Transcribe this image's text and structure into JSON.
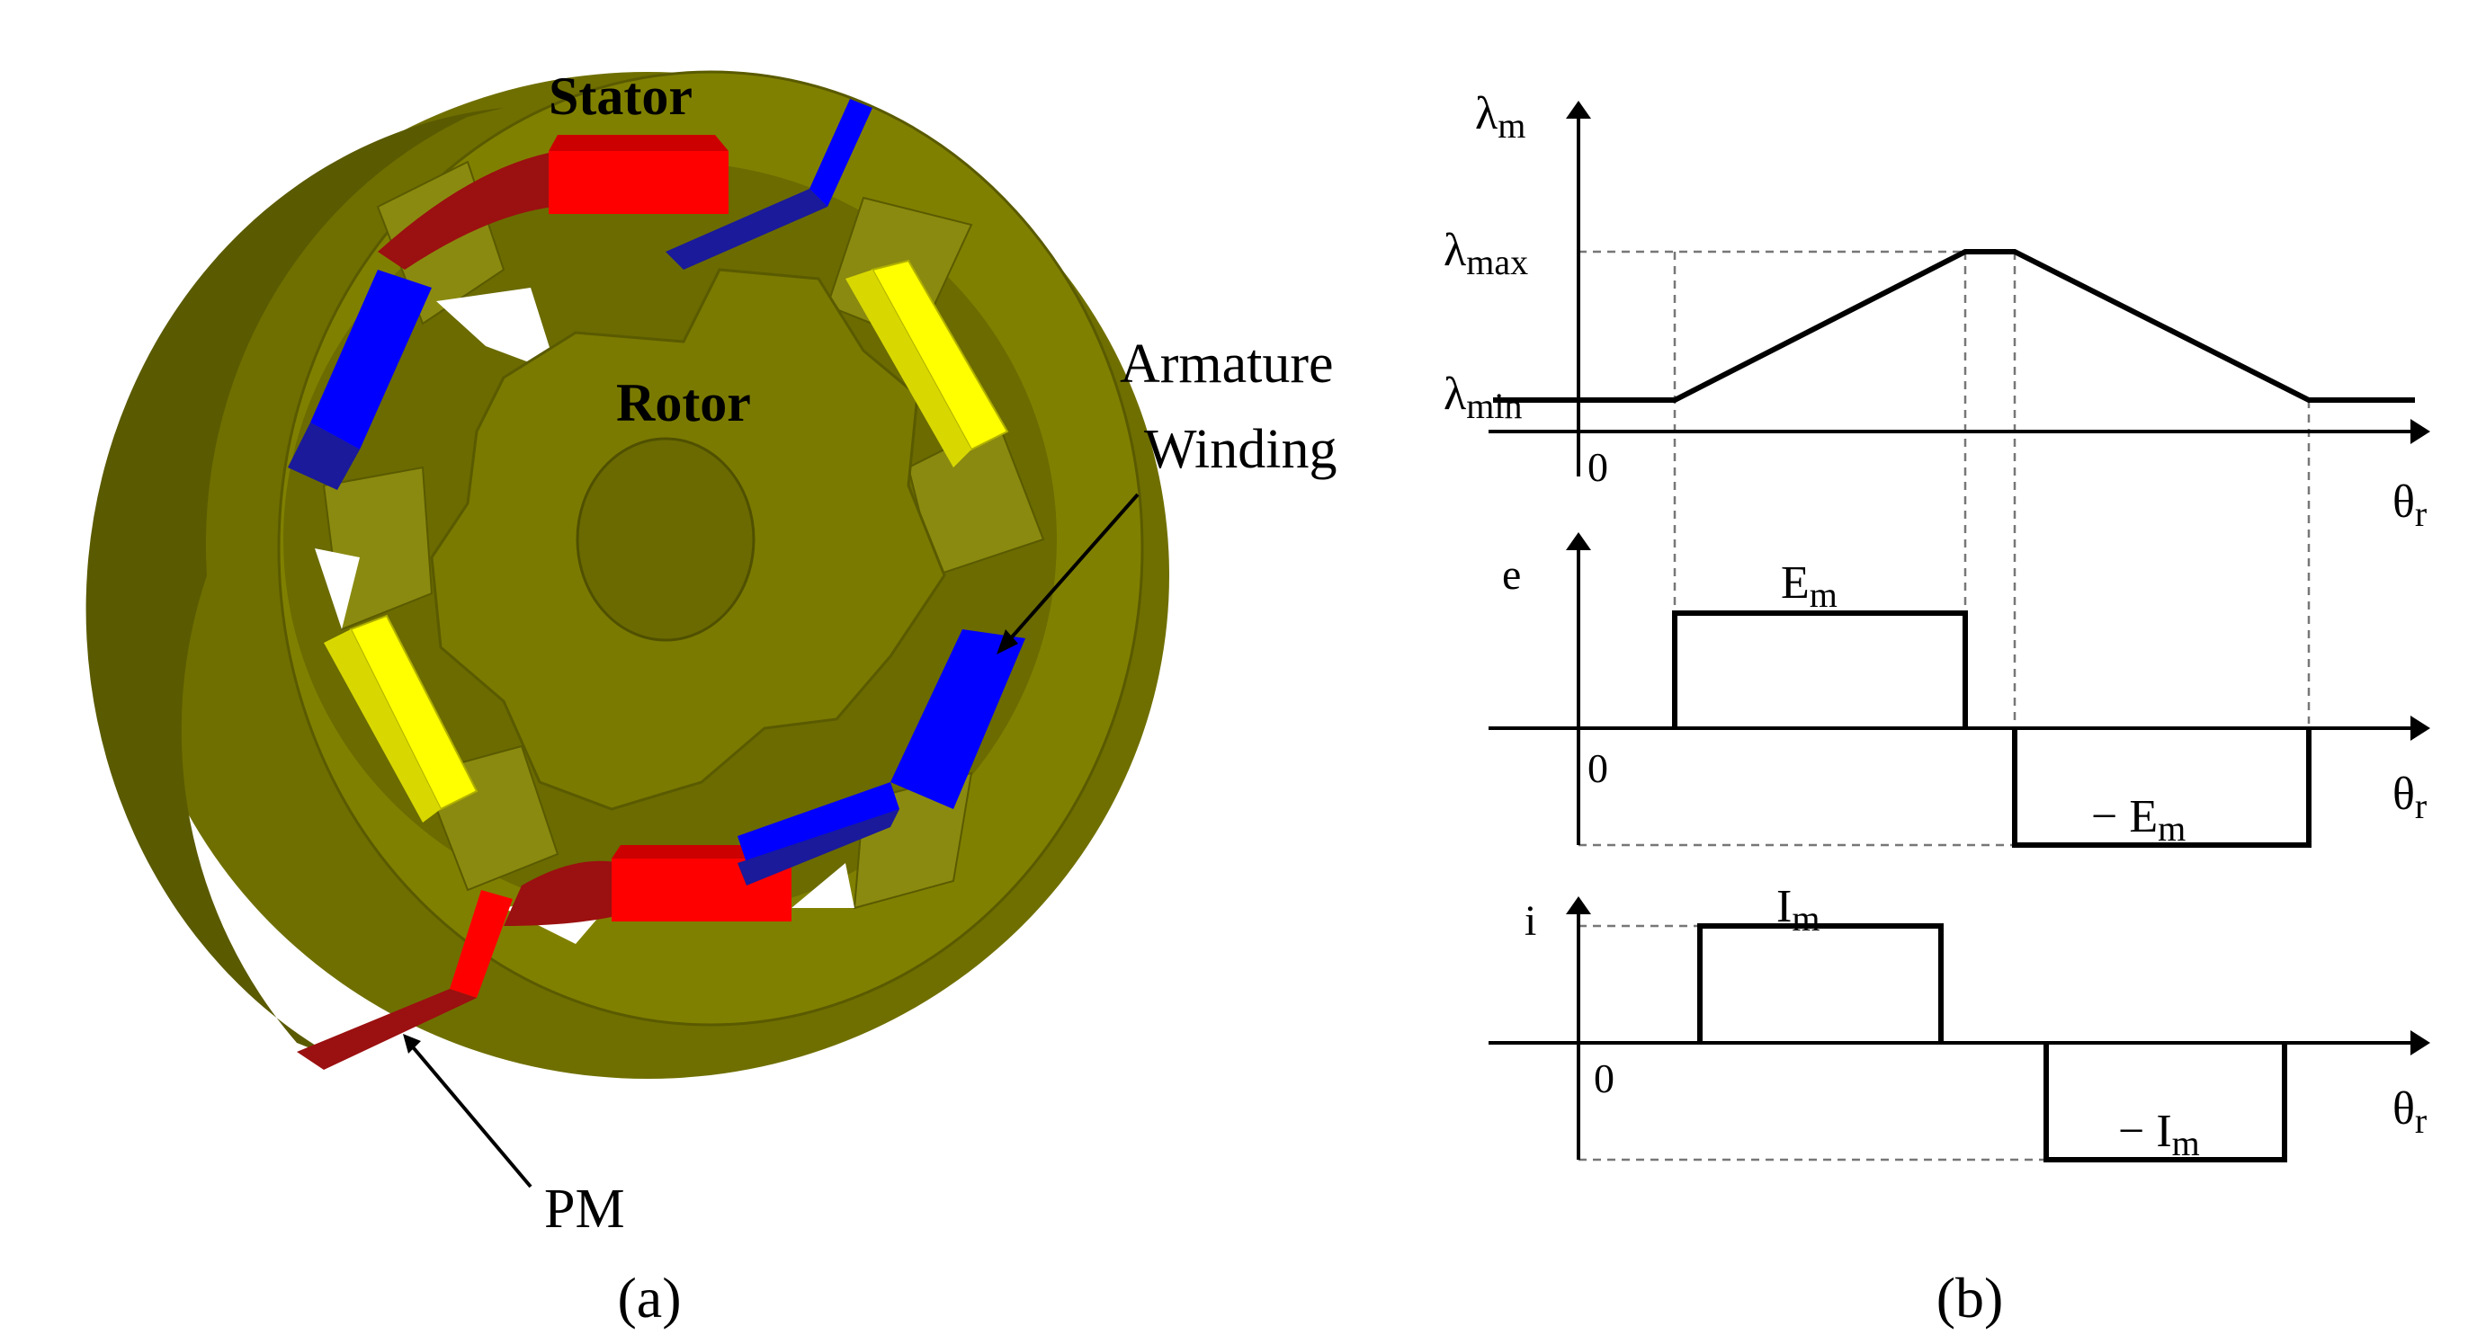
{
  "panel_a": {
    "labels": {
      "stator": "Stator",
      "rotor": "Rotor",
      "armature_line1": "Armature",
      "armature_line2": "Winding",
      "pm": "PM"
    },
    "caption": "(a)",
    "colors": {
      "iron": "#808000",
      "iron_dark": "#5e5e00",
      "pm_red": "#ff0000",
      "pm_dark": "#9b1010",
      "coil_blue": "#0000ff",
      "coil_yellow": "#ffff00"
    }
  },
  "panel_b": {
    "caption": "(b)",
    "flux": {
      "y_label": "λ",
      "y_label_sub": "m",
      "x_label": "θ",
      "x_label_sub": "r",
      "origin": "0",
      "max_label": "λ",
      "max_label_sub": "max",
      "min_label": "λ",
      "min_label_sub": "min"
    },
    "emf": {
      "y_label": "e",
      "x_label": "θ",
      "x_label_sub": "r",
      "origin": "0",
      "pos_label": "E",
      "pos_label_sub": "m",
      "neg_label": "− E",
      "neg_label_sub": "m"
    },
    "current": {
      "y_label": "i",
      "x_label": "θ",
      "x_label_sub": "r",
      "origin": "0",
      "pos_label": "I",
      "pos_label_sub": "m",
      "neg_label": "− I",
      "neg_label_sub": "m"
    }
  }
}
